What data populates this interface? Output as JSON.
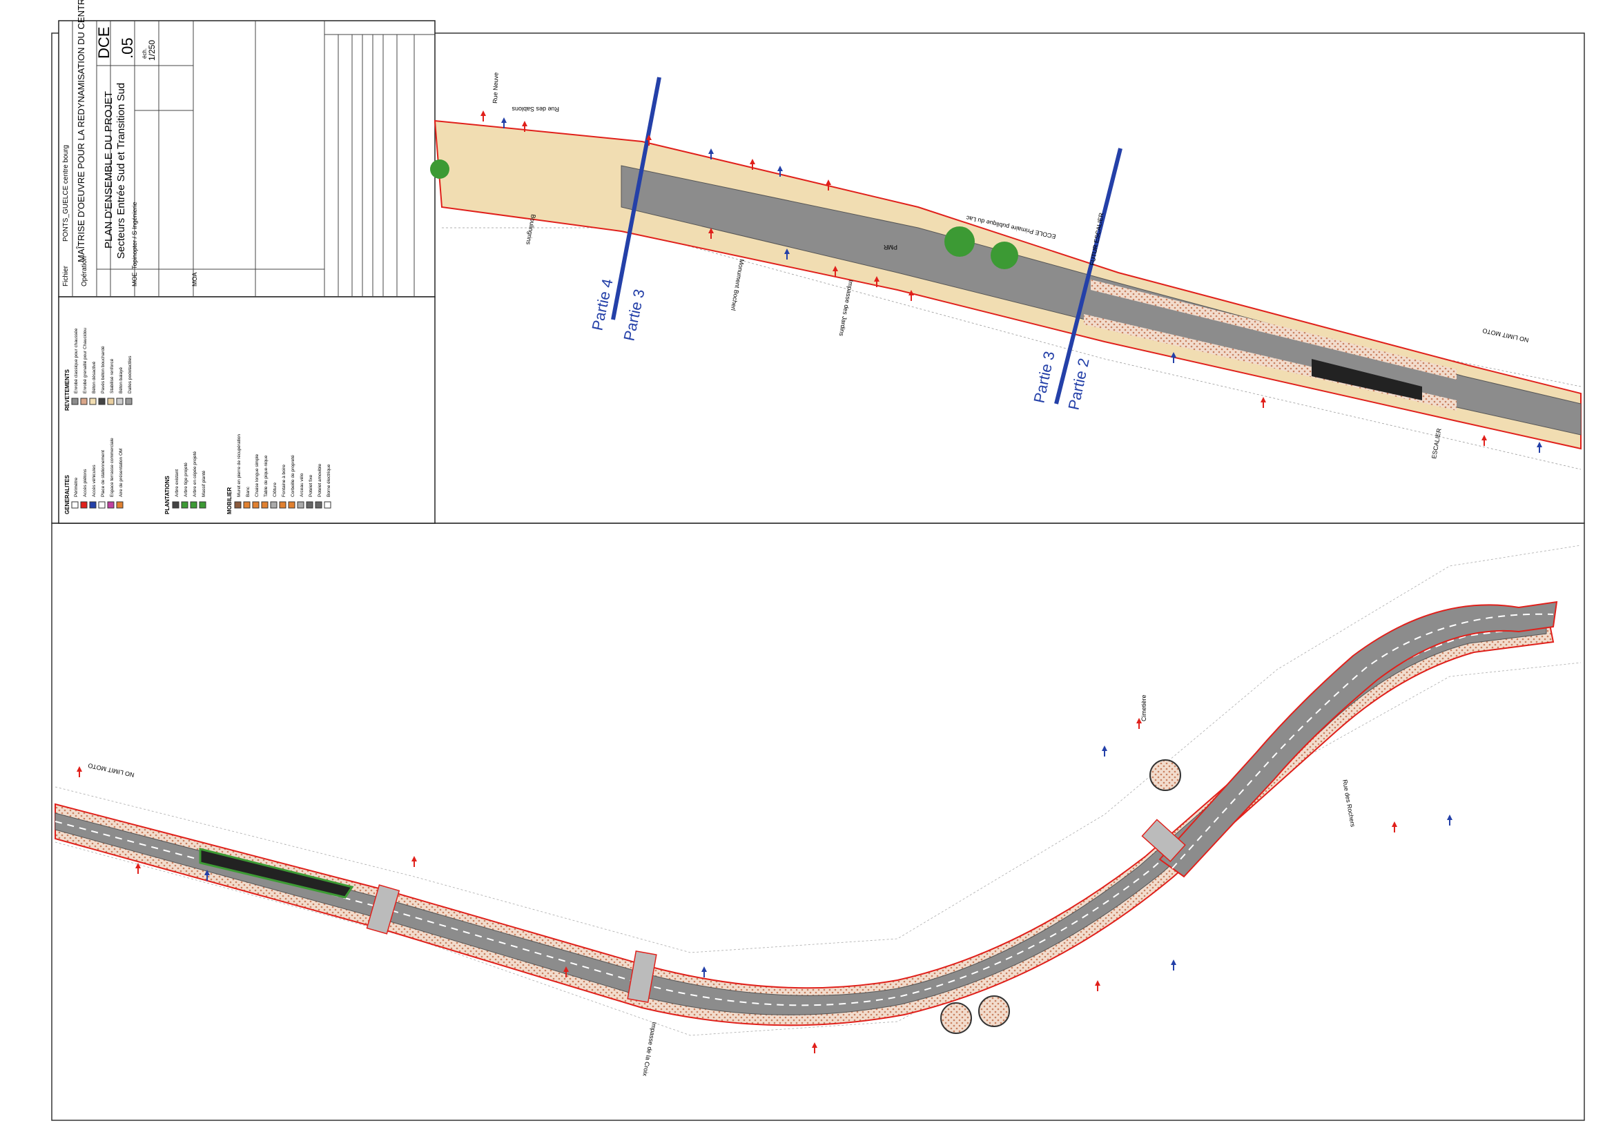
{
  "title_block": {
    "fichier_label": "Fichier",
    "fichier_value": "PONTS_GUELCE centre bourg",
    "operation_label": "Opération",
    "operation_value": "MAÎTRISE D'OEUVRE POUR LA REDYNAMISATION DU CENTRE BOURG",
    "phase": "DCE",
    "plan_title": "PLAN D'ENSEMBLE DU PROJET",
    "plan_subtitle": "Secteurs Entrée Sud et Transition Sud",
    "plan_number": ".05",
    "scale_label": "éch.",
    "scale_value": "1/250",
    "moe_label": "MOE",
    "moe_value": "Topinopter / S Ingénierie",
    "moa_label": "MOA"
  },
  "legend": {
    "generalites_title": "GENERALITES",
    "generalites": [
      "Périmètre",
      "Accès piétons",
      "Accès véhicules",
      "Place de stationnement",
      "Espace terrasse commerciale",
      "Aire de présentation OM"
    ],
    "plantations_title": "PLANTATIONS",
    "plantations": [
      "Arbre existant",
      "Arbre tige projeté",
      "Arbre en cépée projeté",
      "Massif planté"
    ],
    "mobilier_title": "MOBILIER",
    "mobilier": [
      "Muret en pierre de récupération",
      "Banc",
      "Chaise longue simple",
      "Table de pique-nique",
      "Clôture",
      "Fontaine à boire",
      "Corbeille de propreté",
      "Arceau vélo",
      "Potelet fixe",
      "Potelet amovible",
      "Borne électrique"
    ],
    "revetements_title": "REVETEMENTS",
    "revetements": [
      "Enrobé classique pour chaussée",
      "Enrobé grenaillé pour Chaucidou",
      "Béton désactivé",
      "Pavés béton bouchardé",
      "Stabilisé renforcé",
      "Béton balayé",
      "Dalles podotactiles"
    ]
  },
  "plan": {
    "partie_labels": [
      "Partie 4",
      "Partie 3",
      "Partie 3",
      "Partie 2"
    ],
    "street_labels": [
      "Rue Neuve",
      "Rue des Sablons",
      "ECOLE Primaire publique du Lac",
      "FUTUR ESCALIER",
      "Monument Bocherl",
      "Impasse des Jardins",
      "Boulingrins",
      "NO LIMIT MOTO",
      "NO LIMIT MOTO",
      "Cimetière",
      "Rue des Rochers",
      "ESCALIER",
      "Impasse de la Croix",
      "PMR"
    ]
  },
  "colors": {
    "road": "#8c8c8c",
    "red_outline": "#e0201b",
    "blue_line": "#2440a8",
    "paving": "#e9cfa0",
    "hatch": "#d9a68a",
    "tree": "#3c9a34"
  }
}
